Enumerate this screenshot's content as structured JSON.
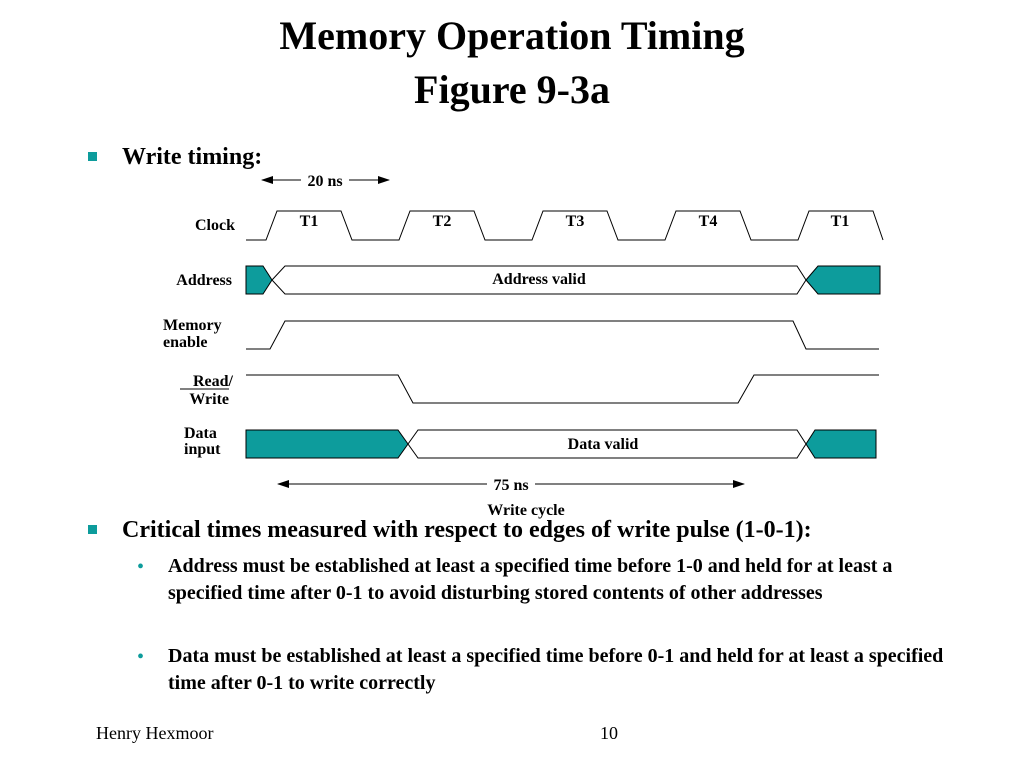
{
  "title": {
    "line1": "Memory Operation Timing",
    "line2": "Figure 9-3a"
  },
  "colors": {
    "accent": "#0d9c9c"
  },
  "bullets": {
    "write_timing": "Write timing:",
    "critical": "Critical times measured with respect to edges of write pulse (1-0-1):",
    "sub": [
      "Address must be established at least a specified time before 1-0 and held for at least a specified time after 0-1 to avoid disturbing stored contents of other addresses",
      "Data must be established at least a specified time before 0-1 and held for at least a specified time after 0-1 to write correctly"
    ]
  },
  "diagram": {
    "period_label": "20 ns",
    "signals": {
      "clock": "Clock",
      "address": "Address",
      "memory_enable": [
        "Memory",
        "enable"
      ],
      "read_write": [
        "Read/",
        "Write"
      ],
      "data_input": [
        "Data",
        "input"
      ]
    },
    "clock_cycles": [
      "T1",
      "T2",
      "T3",
      "T4",
      "T1"
    ],
    "address_valid": "Address valid",
    "data_valid": "Data valid",
    "cycle_label": "75 ns",
    "cycle_caption": "Write cycle"
  },
  "footer": {
    "author": "Henry Hexmoor",
    "page": "10"
  }
}
